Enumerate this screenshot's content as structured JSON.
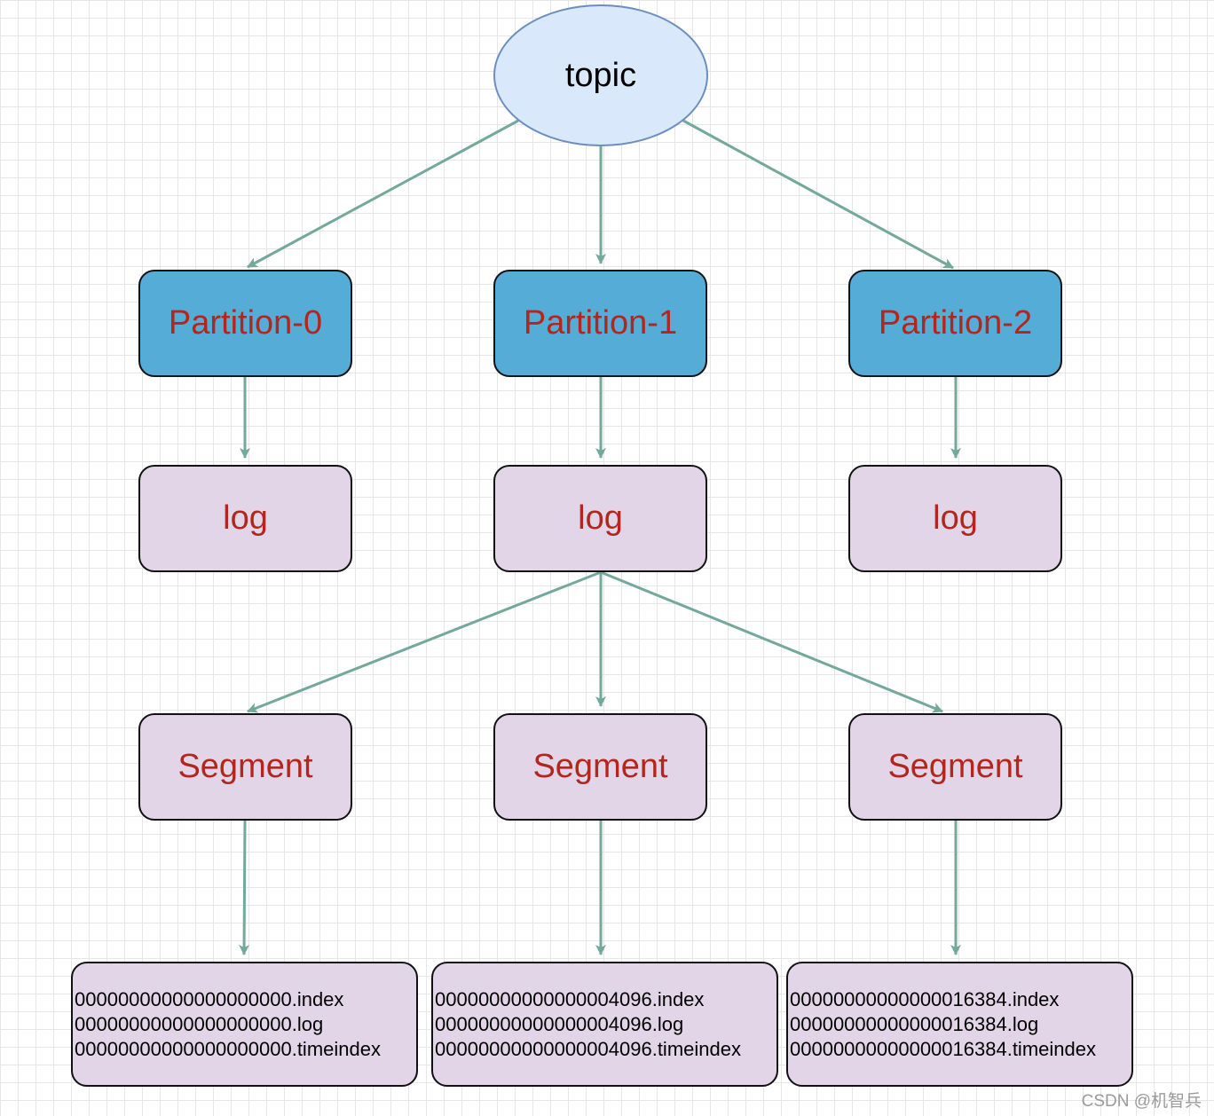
{
  "topic": {
    "label": "topic"
  },
  "partitions": [
    {
      "label": "Partition-0"
    },
    {
      "label": "Partition-1"
    },
    {
      "label": "Partition-2"
    }
  ],
  "logs": [
    {
      "label": "log"
    },
    {
      "label": "log"
    },
    {
      "label": "log"
    }
  ],
  "segments": [
    {
      "label": "Segment"
    },
    {
      "label": "Segment"
    },
    {
      "label": "Segment"
    }
  ],
  "segment_files": [
    {
      "index": "00000000000000000000.index",
      "log": "00000000000000000000.log",
      "timeindex": "00000000000000000000.timeindex"
    },
    {
      "index": "00000000000000004096.index",
      "log": "00000000000000004096.log",
      "timeindex": "00000000000000004096.timeindex"
    },
    {
      "index": "00000000000000016384.index",
      "log": "00000000000000016384.log",
      "timeindex": "00000000000000016384.timeindex"
    }
  ],
  "watermark": "CSDN @机智兵",
  "colors": {
    "edge": "#73a89a",
    "topic_fill": "#dae8fc",
    "topic_stroke": "#6c8ebf",
    "partition_fill": "#55acd6",
    "box_fill": "#e1d5e7",
    "label_red": "#b3261e"
  }
}
